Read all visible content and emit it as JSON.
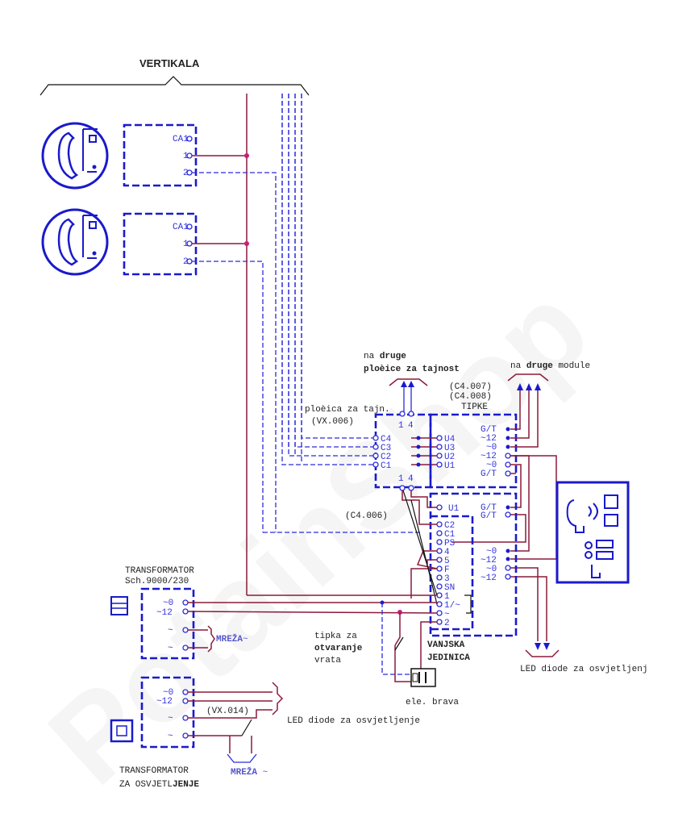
{
  "title": "VERTIKALA",
  "handsets": [
    {
      "terminals": [
        "CA1",
        "1",
        "2"
      ]
    },
    {
      "terminals": [
        "CA1",
        "1",
        "2"
      ]
    }
  ],
  "secretary_panel": {
    "label": "ploèica za tajn.",
    "code": "(VX.006)",
    "top_terms": [
      "1",
      "4"
    ],
    "bottom_terms": [
      "1",
      "4"
    ],
    "inputs": [
      "C4",
      "C3",
      "C2",
      "C1"
    ],
    "note_line1": "na",
    "note_bold1": "druge",
    "note_line2": "ploèice za tajnost"
  },
  "buttons_module": {
    "codes": [
      "(C4.007)",
      "(C4.008)"
    ],
    "label": "TIPKE",
    "left_terms": [
      "U4",
      "U3",
      "U2",
      "U1"
    ],
    "right_terms": [
      "G/T",
      "~12",
      "~0",
      "~12",
      "~0",
      "G/T"
    ],
    "note_prefix": "na",
    "note_bold": "druge",
    "note_suffix": "module"
  },
  "outdoor_unit": {
    "code": "(C4.006)",
    "left_terms": [
      "U1",
      "C2",
      "C1",
      "PS",
      "4",
      "5",
      "F",
      "3",
      "SN",
      "1",
      "1/~",
      "~",
      "2"
    ],
    "right_terms": [
      "G/T",
      "G/T",
      "~0",
      "~12",
      "~0",
      "~12"
    ],
    "label_line1": "VANJSKA",
    "label_line2": "JEDINICA"
  },
  "transformer1": {
    "label_line1": "TRANSFORMATOR",
    "label_line2": "Sch.9000/230",
    "terms": [
      "~0",
      "~12",
      "~",
      "~"
    ],
    "mains": "MREŽA",
    "mains_suffix": "~"
  },
  "transformer2": {
    "label_line1": "TRANSFORMATOR",
    "label_line2_prefix": "ZA OSVJETL",
    "label_line2_bold": "JENJE",
    "terms": [
      "~0",
      "~12",
      "~",
      "~"
    ],
    "switch_code": "(VX.014)",
    "mains": "MREŽA",
    "mains_suffix": "~",
    "led_text": "LED diode za osvjetljenje"
  },
  "door_button": {
    "line1": "tipka za",
    "line2": "otvaranje",
    "line3": "vrata"
  },
  "lock_label": "ele. brava",
  "led_out_text": "LED diode za osvjetljenj",
  "colors": {
    "frame_blue": "#1a1acc",
    "wire_red": "#8b1a3a",
    "wire_blue": "#2b2bdd",
    "junction_magenta": "#cc1a7a"
  }
}
